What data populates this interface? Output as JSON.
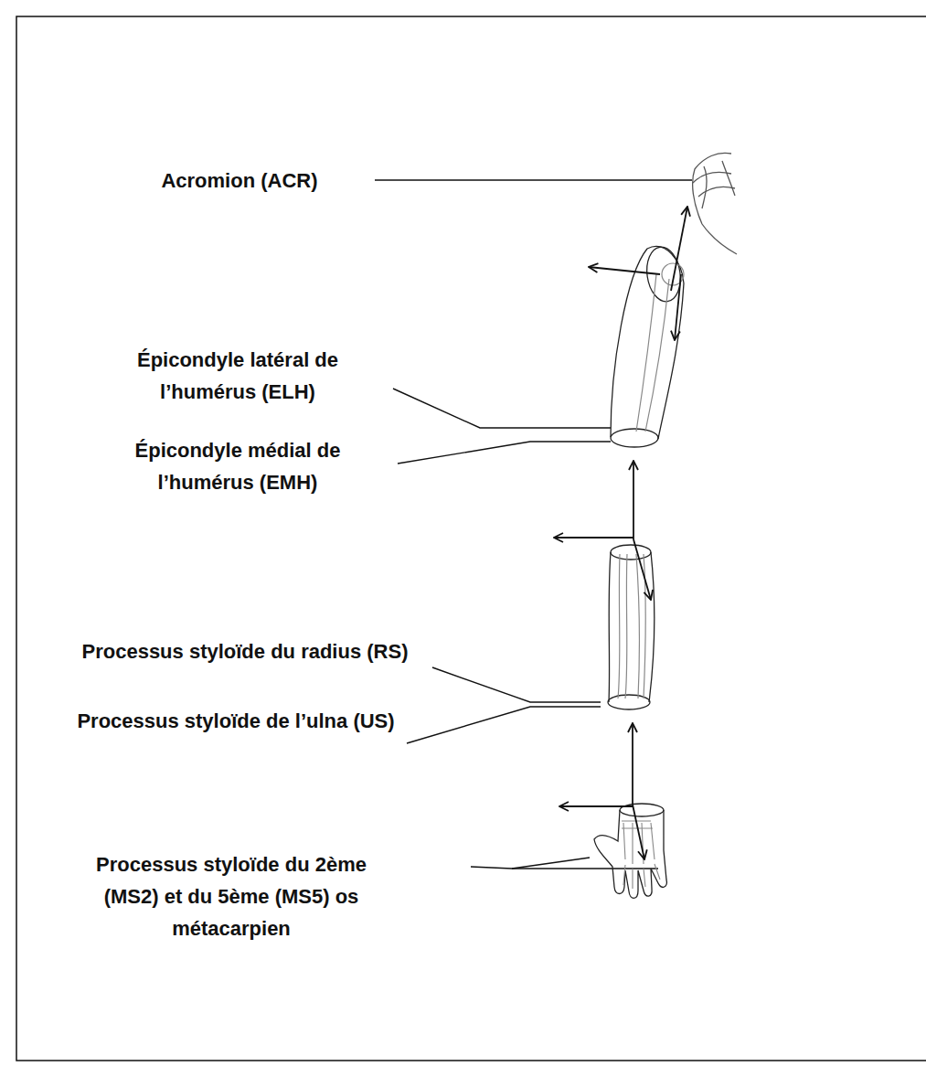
{
  "diagram": {
    "labels": [
      "Acromion (ACR)",
      "Épicondyle latéral de l’humérus (ELH)",
      "Épicondyle médial de l’humérus (EMH)",
      "Processus styloïde du radius (RS)",
      "Processus styloïde de l’ulna (US)",
      "Processus styloïde du 2ème (MS2) et du 5ème (MS5) os métacarpien"
    ]
  }
}
